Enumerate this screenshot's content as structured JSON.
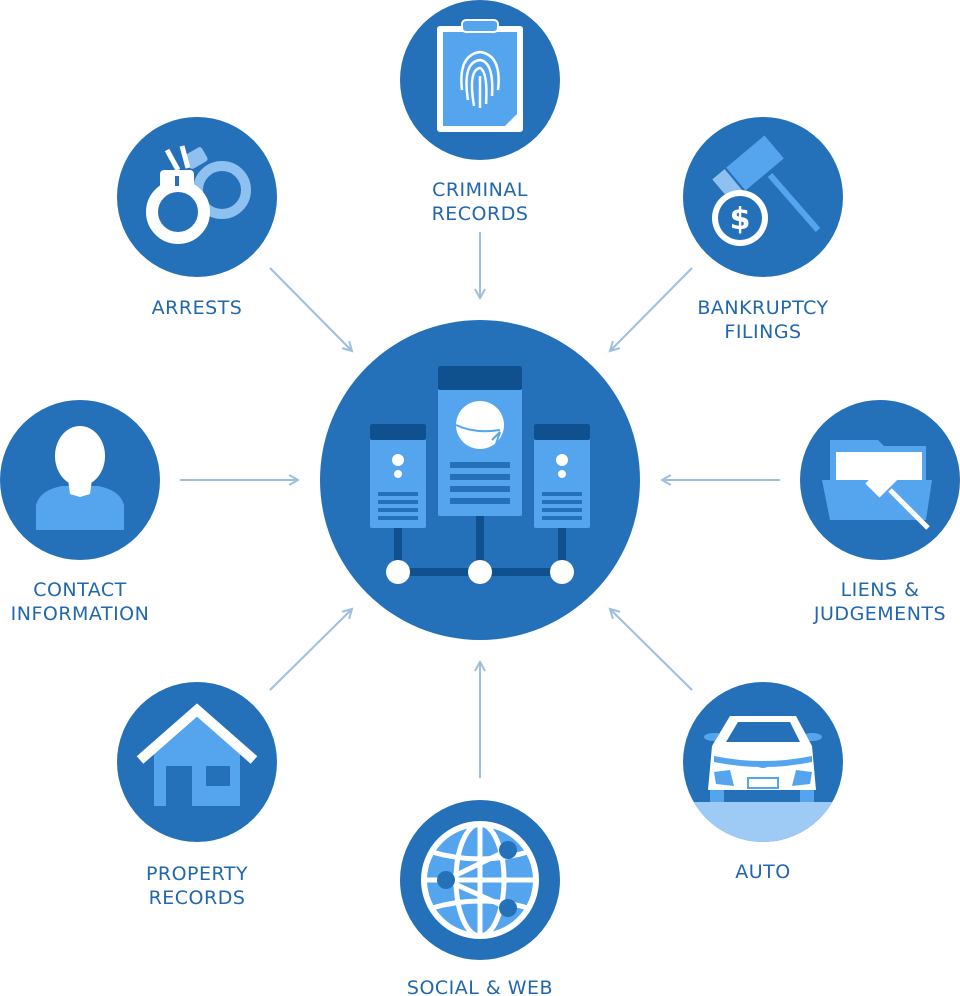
{
  "colors": {
    "circle": "#2471ba",
    "dark": "#0f508f",
    "light": "#55a5ee",
    "text": "#2167ae",
    "arrow": "#9dbfe0"
  },
  "center": {
    "icon": "server-network-icon"
  },
  "nodes": [
    {
      "id": "criminal-records",
      "icon": "fingerprint-clipboard-icon",
      "lines": [
        "CRIMINAL",
        "RECORDS"
      ]
    },
    {
      "id": "arrests",
      "icon": "handcuffs-icon",
      "lines": [
        "ARRESTS"
      ]
    },
    {
      "id": "bankruptcy-filings",
      "icon": "gavel-dollar-icon",
      "lines": [
        "BANKRUPTCY",
        "FILINGS"
      ]
    },
    {
      "id": "contact-information",
      "icon": "person-icon",
      "lines": [
        "CONTACT",
        "INFORMATION"
      ]
    },
    {
      "id": "liens-judgements",
      "icon": "folder-gavel-icon",
      "lines": [
        "LIENS &",
        "JUDGEMENTS"
      ]
    },
    {
      "id": "property-records",
      "icon": "house-icon",
      "lines": [
        "PROPERTY",
        "RECORDS"
      ]
    },
    {
      "id": "social-web",
      "icon": "globe-network-icon",
      "lines": [
        "SOCIAL & WEB"
      ]
    },
    {
      "id": "auto",
      "icon": "car-icon",
      "lines": [
        "AUTO"
      ]
    }
  ]
}
